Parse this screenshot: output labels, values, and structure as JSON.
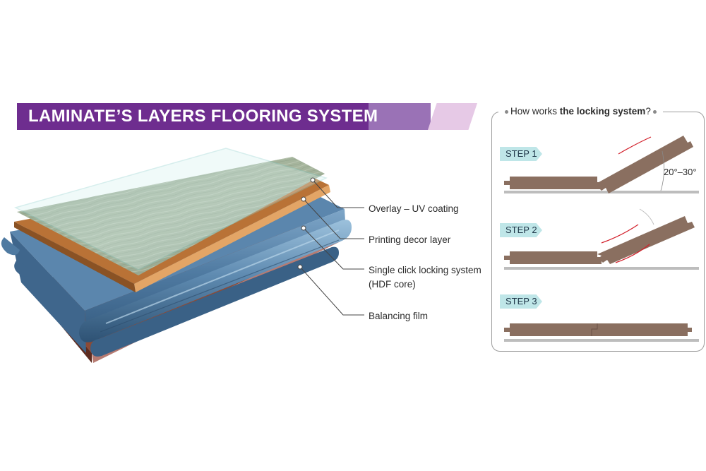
{
  "banner": {
    "title": "LAMINATE’S LAYERS FLOORING SYSTEM",
    "colors": {
      "main": "#6e2d8f",
      "mid": "#9a72b6",
      "tail": "#e6c9e6"
    }
  },
  "layers": [
    {
      "label": "Overlay – UV coating",
      "color": "#c9ece9"
    },
    {
      "label": "Printing decor layer",
      "color": "#c57c3e"
    },
    {
      "label": "Single click locking system",
      "label_line2": "(HDF core)",
      "color": "#5c87ad"
    },
    {
      "label": "Balancing film",
      "color": "#7a3a2a"
    }
  ],
  "locking": {
    "title_prefix": "How works ",
    "title_bold": "the locking system",
    "title_suffix": "?",
    "angle": "20°–30°",
    "steps": [
      "STEP 1",
      "STEP 2",
      "STEP 3"
    ],
    "colors": {
      "board": "#8a6f60",
      "floor": "#bdbdbd",
      "tag": "#bfe6e8",
      "motion": "#d21f2a"
    }
  }
}
